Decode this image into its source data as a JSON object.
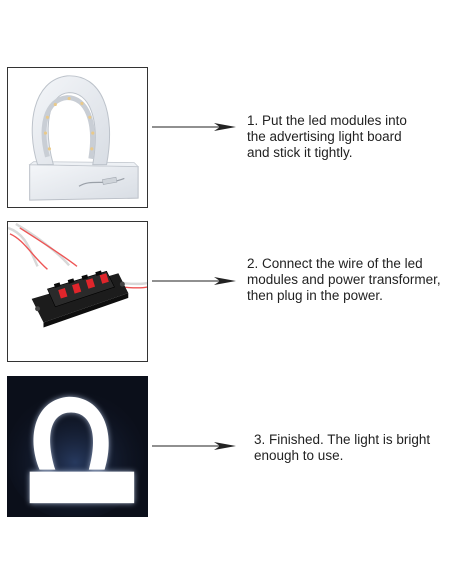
{
  "steps": [
    {
      "number": 1,
      "lines": [
        "1. Put the led modules into",
        "the advertising light board",
        "and stick it tightly."
      ],
      "image_icon": "acrylic-letter-with-led-strip"
    },
    {
      "number": 2,
      "lines": [
        "2. Connect the wire of the led",
        "modules and power transformer,",
        "then plug in the power."
      ],
      "image_icon": "wire-terminal-connector"
    },
    {
      "number": 3,
      "lines": [
        "3. Finished. The light is bright",
        "enough to use."
      ],
      "image_icon": "glowing-lit-letter"
    }
  ],
  "colors": {
    "arrow": "#222222",
    "frame_border": "#333333",
    "dark_bg": "#0b0f1a",
    "connector_red": "#e0252b"
  }
}
